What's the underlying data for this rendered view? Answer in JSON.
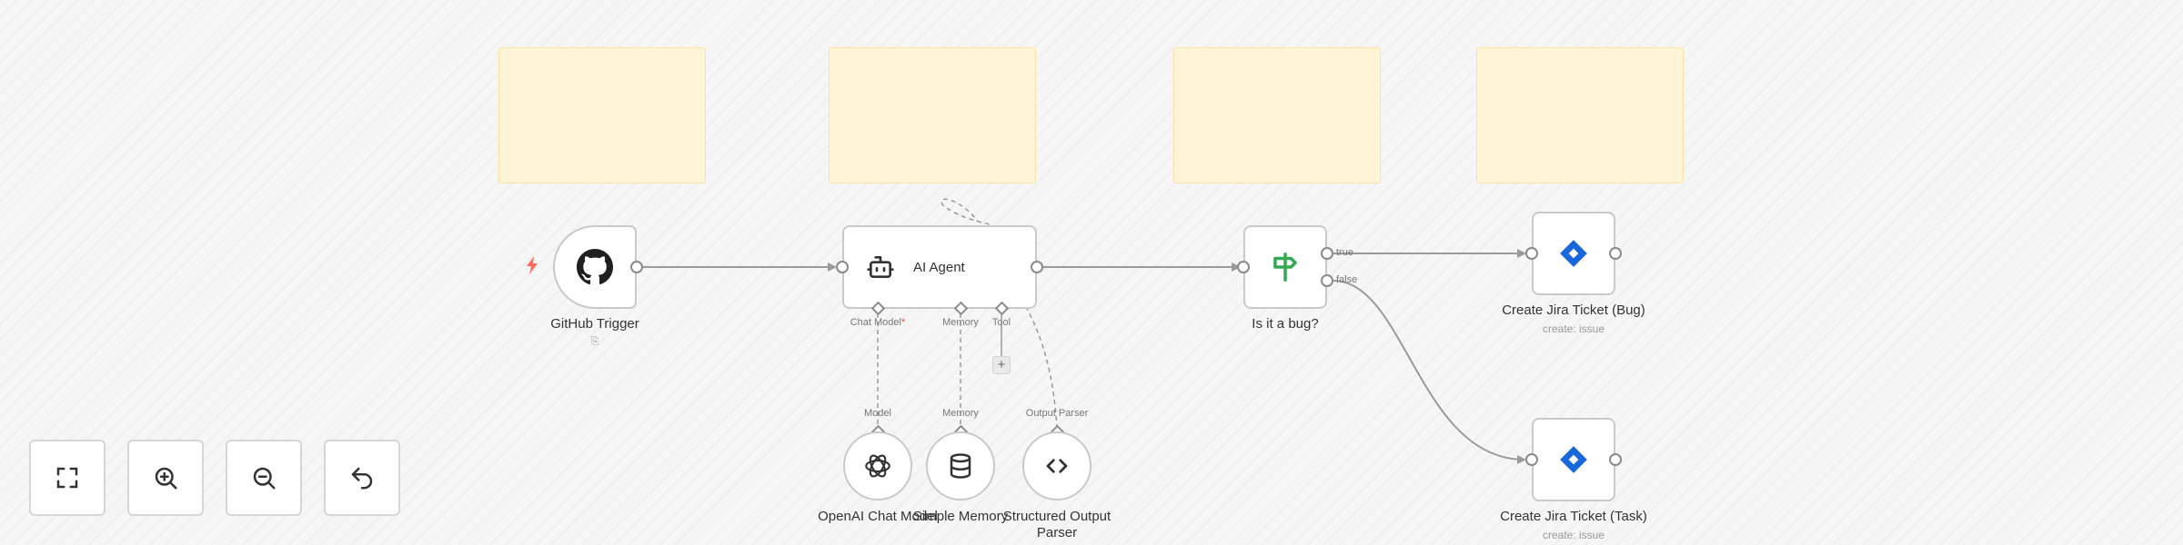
{
  "canvas": {
    "sticky_notes": [
      {
        "id": "note-1"
      },
      {
        "id": "note-2"
      },
      {
        "id": "note-3"
      },
      {
        "id": "note-4"
      }
    ],
    "trigger_icon": "bolt-icon",
    "nodes": {
      "github_trigger": {
        "label": "GitHub Trigger",
        "sub": "⎘",
        "icon": "github-icon"
      },
      "ai_agent": {
        "label": "AI Agent",
        "icon": "robot-icon",
        "handles": {
          "chat_model": "Chat Model",
          "required_mark": "*",
          "memory": "Memory",
          "tool": "Tool"
        },
        "add_tool": "+"
      },
      "is_bug": {
        "label": "Is it a bug?",
        "icon": "signpost-icon",
        "outputs": {
          "true": "true",
          "false": "false"
        }
      },
      "jira_bug": {
        "label": "Create Jira Ticket (Bug)",
        "sub": "create: issue",
        "icon": "jira-icon"
      },
      "jira_task": {
        "label": "Create Jira Ticket (Task)",
        "sub": "create: issue",
        "icon": "jira-icon"
      },
      "openai_model": {
        "label": "OpenAI Chat Model",
        "handle": "Model",
        "icon": "openai-icon"
      },
      "simple_memory": {
        "label": "Simple Memory",
        "handle": "Memory",
        "icon": "database-icon"
      },
      "output_parser": {
        "label_line1": "Structured Output",
        "label_line2": "Parser",
        "handle": "Output Parser",
        "icon": "code-brackets-icon"
      }
    }
  },
  "controls": [
    {
      "name": "fit-view",
      "icon": "fullscreen-icon"
    },
    {
      "name": "zoom-in",
      "icon": "zoom-in-icon"
    },
    {
      "name": "zoom-out",
      "icon": "zoom-out-icon"
    },
    {
      "name": "reset-zoom",
      "icon": "undo-icon"
    }
  ],
  "colors": {
    "edge": "#9a9a9a",
    "sticky": "#fff4d6",
    "trigger_bolt": "#ff6d5a",
    "jira": "#1868db",
    "if_node": "#35a853"
  }
}
